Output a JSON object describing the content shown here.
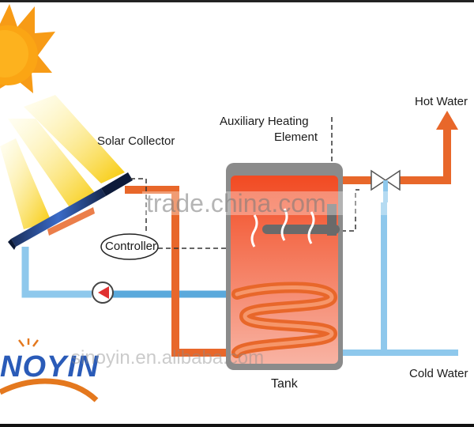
{
  "labels": {
    "solar_collector": "Solar Collector",
    "aux_line1": "Auxiliary Heating",
    "aux_line2": "Element",
    "hot_water": "Hot Water",
    "controller": "Controller",
    "tank": "Tank",
    "cold_water": "Cold Water"
  },
  "logo": {
    "text": "NOYIN"
  },
  "watermarks": {
    "main": "trade.china.com",
    "secondary": "sinoyin.en.alibaba.com"
  },
  "colors": {
    "hot_pipe": "#e8672a",
    "cold_pipe": "#8ec8ec",
    "tank_hot": "#f25a2e",
    "tank_warm": "#f7a28c",
    "logo_blue": "#2a5bb8",
    "logo_orange": "#e4781e"
  }
}
